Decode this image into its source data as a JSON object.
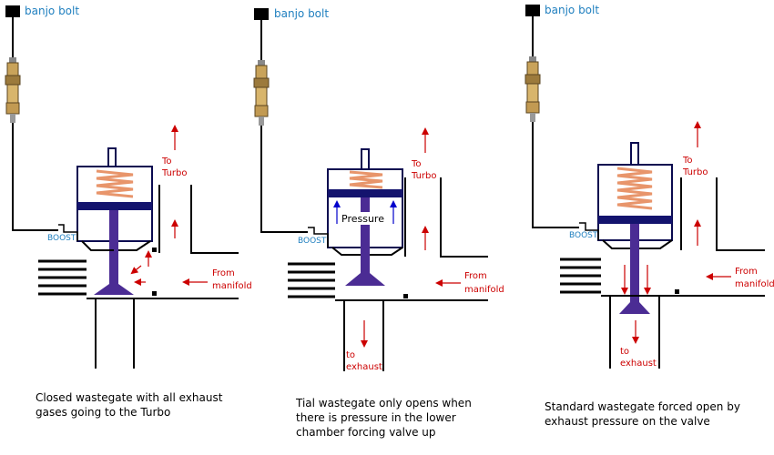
{
  "colors": {
    "label_blue": "#1f7fbf",
    "arrow_red": "#cc0000",
    "valve_purple": "#4b2c94",
    "diaphragm_navy": "#14146e",
    "pressure_blue": "#0000cc",
    "spring_orange": "#e8956b"
  },
  "panels": [
    {
      "banjo_label": "banjo bolt",
      "boost_label": "BOOST",
      "to_turbo": "To\nTurbo",
      "from_manifold": "From\nmanifold",
      "caption": "Closed wastegate with all exhaust\ngases going to the Turbo"
    },
    {
      "banjo_label": "banjo bolt",
      "boost_label": "BOOST",
      "to_turbo": "To\nTurbo",
      "from_manifold": "From\nmanifold",
      "pressure_label": "Pressure",
      "to_exhaust": "to\nexhaust",
      "caption": "Tial wastegate only opens when\nthere is pressure in the lower\nchamber forcing valve up"
    },
    {
      "banjo_label": "banjo bolt",
      "boost_label": "BOOST",
      "to_turbo": "To\nTurbo",
      "from_manifold": "From\nmanifold",
      "to_exhaust": "to\nexhaust",
      "caption": "Standard wastegate forced open by\nexhaust pressure on the valve"
    }
  ]
}
